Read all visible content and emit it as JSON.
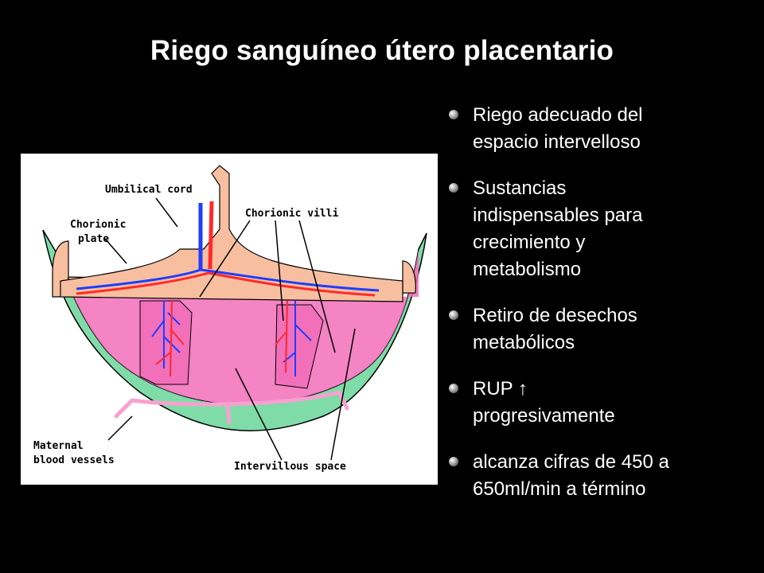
{
  "slide": {
    "title": "Riego sanguíneo útero placentario"
  },
  "bullets": [
    {
      "lines": [
        "Riego adecuado del",
        "espacio intervelloso"
      ]
    },
    {
      "lines": [
        "Sustancias",
        "indispensables para",
        "crecimiento y",
        "metabolismo"
      ]
    },
    {
      "lines": [
        "Retiro de desechos",
        "metabólicos"
      ]
    },
    {
      "lines": [
        "RUP  ↑",
        "progresivamente"
      ]
    },
    {
      "lines": [
        "alcanza cifras de 450 a",
        "650ml/min a término"
      ]
    }
  ],
  "figure": {
    "labels": {
      "umbilical_cord": "Umbilical cord",
      "chorionic_plate_1": "Chorionic",
      "chorionic_plate_2": "plate",
      "chorionic_villi": "Chorionic villi",
      "maternal_1": "Maternal",
      "maternal_2": "blood vessels",
      "intervillous": "Intervillous space"
    },
    "colors": {
      "decidua": "#7fdca8",
      "chorionic_plate": "#f7bfa0",
      "villi": "#f26fba",
      "artery": "#ff2a2a",
      "vein": "#1f3dff",
      "maternal_vessel": "#f6a2d0"
    }
  },
  "icons": {
    "bullet": "bullet-sphere-icon"
  }
}
